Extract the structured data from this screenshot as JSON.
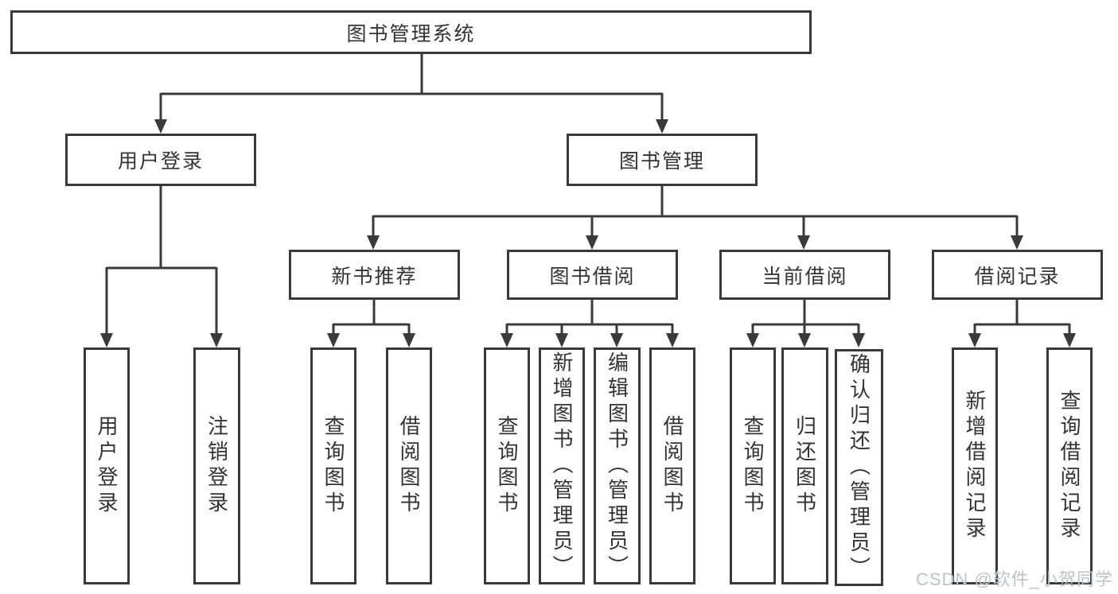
{
  "diagram_title": "图书管理系统",
  "tree": {
    "root": {
      "label": "图书管理系统"
    },
    "branches": [
      {
        "label": "用户登录",
        "children": [
          {
            "label": "用户登录"
          },
          {
            "label": "注销登录"
          }
        ]
      },
      {
        "label": "图书管理",
        "children": [
          {
            "label": "新书推荐",
            "children": [
              {
                "label": "查询图书"
              },
              {
                "label": "借阅图书"
              }
            ]
          },
          {
            "label": "图书借阅",
            "children": [
              {
                "label": "查询图书"
              },
              {
                "label": "新增图书（管理员）"
              },
              {
                "label": "编辑图书（管理员）"
              },
              {
                "label": "借阅图书"
              }
            ]
          },
          {
            "label": "当前借阅",
            "children": [
              {
                "label": "查询图书"
              },
              {
                "label": "归还图书"
              },
              {
                "label": "确认归还（管理员）"
              }
            ]
          },
          {
            "label": "借阅记录",
            "children": [
              {
                "label": "新增借阅记录"
              },
              {
                "label": "查询借阅记录"
              }
            ]
          }
        ]
      }
    ]
  },
  "watermark": {
    "text": "CSDN @软件_小贺同学"
  },
  "colors": {
    "line": "#3a3a3a",
    "box_border": "#3a3a3a",
    "text": "#333333",
    "background": "#ffffff",
    "watermark": "#bfc2c9"
  }
}
